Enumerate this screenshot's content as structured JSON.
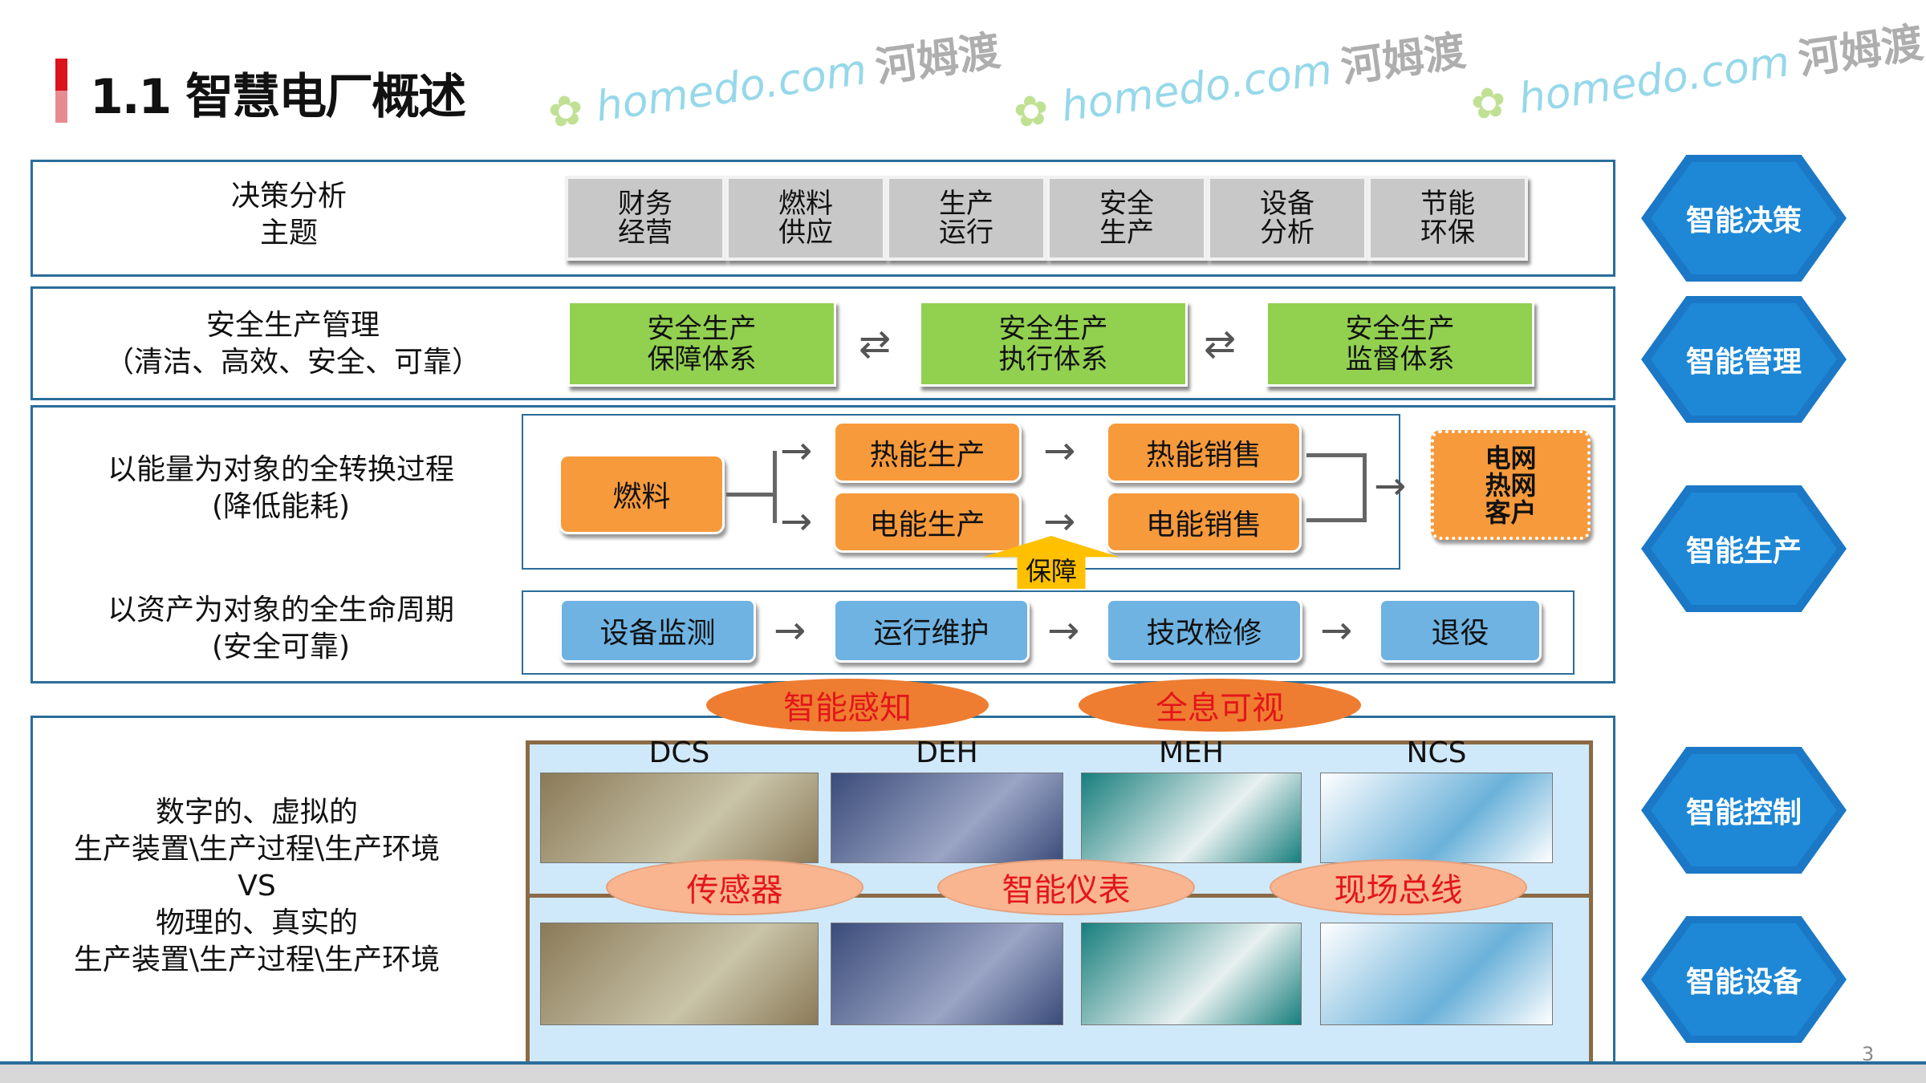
{
  "title": "1.1 智慧电厂概述",
  "watermark": {
    "site": "homedo.com",
    "cn": "河姆渡"
  },
  "row1": {
    "label": "决策分析\n主题",
    "items": [
      "财务\n经营",
      "燃料\n供应",
      "生产\n运行",
      "安全\n生产",
      "设备\n分析",
      "节能\n环保"
    ]
  },
  "row2": {
    "label": "安全生产管理\n（清洁、高效、安全、可靠）",
    "items": [
      "安全生产\n保障体系",
      "安全生产\n执行体系",
      "安全生产\n监督体系"
    ]
  },
  "row3": {
    "label": "以能量为对象的全转换过程\n(降低能耗)",
    "fuel": "燃料",
    "heat_prod": "热能生产",
    "elec_prod": "电能生产",
    "heat_sale": "热能销售",
    "elec_sale": "电能销售",
    "customer": "电网\n热网\n客户",
    "guarantee": "保障"
  },
  "row4": {
    "label": "以资产为对象的全生命周期\n(安全可靠)",
    "items": [
      "设备监测",
      "运行维护",
      "技改检修",
      "退役"
    ]
  },
  "ellipses_top": [
    "智能感知",
    "全息可视"
  ],
  "row5": {
    "label": "数字的、虚拟的\n生产装置\\生产过程\\生产环境\nVS\n物理的、真实的\n生产装置\\生产过程\\生产环境",
    "systems": [
      "DCS",
      "DEH",
      "MEH",
      "NCS"
    ],
    "ellipses": [
      "传感器",
      "智能仪表",
      "现场总线"
    ]
  },
  "hexagons": [
    "智能决策",
    "智能管理",
    "智能生产",
    "智能控制",
    "智能设备"
  ],
  "page_number": "3"
}
